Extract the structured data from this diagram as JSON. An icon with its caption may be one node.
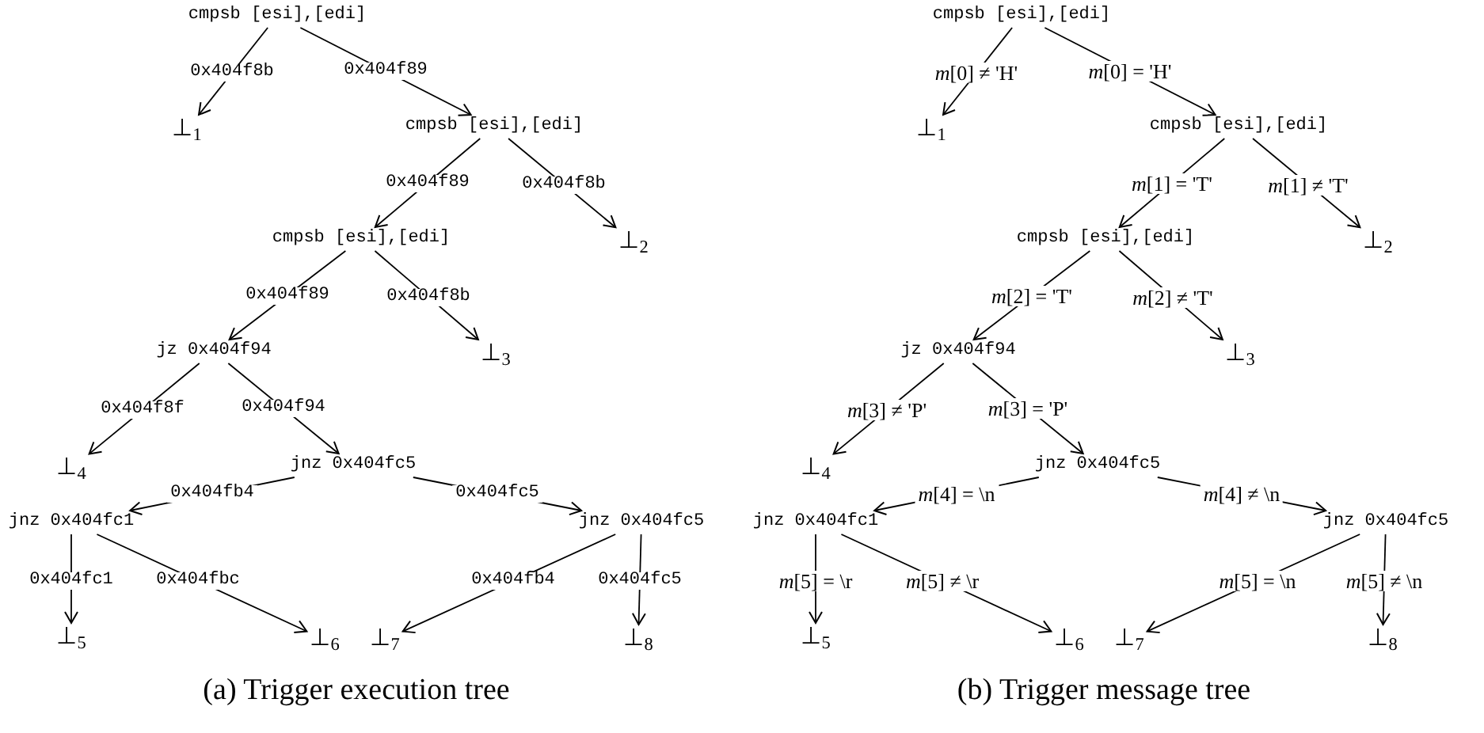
{
  "diagram": {
    "nodes": [
      {
        "text": [
          "cmpsb [esi],[edi]"
        ]
      },
      {
        "text": [
          "⊥$_{1}$"
        ]
      },
      {
        "text": [
          "cmpsb [esi],[edi]"
        ]
      },
      {
        "text": [
          "cmpsb [esi],[edi]"
        ]
      },
      {
        "text": [
          "⊥$_{2}$"
        ]
      },
      {
        "text": [
          "jz 0x404f94"
        ]
      },
      {
        "text": [
          "⊥$_{3}$"
        ]
      },
      {
        "text": [
          "⊥$_{4}$"
        ]
      },
      {
        "text": [
          "jnz 0x404fc5"
        ]
      },
      {
        "text": [
          "jnz 0x404fc1"
        ]
      },
      {
        "text": [
          "jnz 0x404fc5"
        ]
      },
      {
        "text": [
          "⊥$_{5}$"
        ]
      },
      {
        "text": [
          "⊥$_{6}$"
        ]
      },
      {
        "text": [
          "⊥$_{7}$"
        ]
      },
      {
        "text": [
          "⊥$_{8}$"
        ]
      },
      {
        "text": [
          "cmpsb [esi],[edi]"
        ]
      },
      {
        "text": [
          "⊥$_{1}$"
        ]
      },
      {
        "text": [
          "cmpsb [esi],[edi]"
        ]
      },
      {
        "text": [
          "cmpsb [esi],[edi]"
        ]
      },
      {
        "text": [
          "⊥$_{2}$"
        ]
      },
      {
        "text": [
          "jz 0x404f94"
        ]
      },
      {
        "text": [
          "⊥$_{3}$"
        ]
      },
      {
        "text": [
          "⊥$_{4}$"
        ]
      },
      {
        "text": [
          "jnz 0x404fc5"
        ]
      },
      {
        "text": [
          "jnz 0x404fc1"
        ]
      },
      {
        "text": [
          "jnz 0x404fc5"
        ]
      },
      {
        "text": [
          "⊥$_{5}$"
        ]
      },
      {
        "text": [
          "⊥$_{6}$"
        ]
      },
      {
        "text": [
          "⊥$_{7}$"
        ]
      },
      {
        "text": [
          "⊥$_{8}$"
        ]
      }
    ],
    "edges": [
      {
        "from": 0,
        "to": 1,
        "arrow": "to",
        "label": "0x404f8b"
      },
      {
        "from": 0,
        "to": 2,
        "arrow": "to",
        "label": "0x404f89"
      },
      {
        "from": 2,
        "to": 3,
        "arrow": "to",
        "label": "0x404f89"
      },
      {
        "from": 2,
        "to": 4,
        "arrow": "to",
        "label": "0x404f8b"
      },
      {
        "from": 3,
        "to": 5,
        "arrow": "to",
        "label": "0x404f89"
      },
      {
        "from": 3,
        "to": 6,
        "arrow": "to",
        "label": "0x404f8b"
      },
      {
        "from": 5,
        "to": 7,
        "arrow": "to",
        "label": "0x404f8f"
      },
      {
        "from": 5,
        "to": 8,
        "arrow": "to",
        "label": "0x404f94"
      },
      {
        "from": 8,
        "to": 9,
        "arrow": "to",
        "label": "0x404fb4"
      },
      {
        "from": 8,
        "to": 10,
        "arrow": "to",
        "label": "0x404fc5"
      },
      {
        "from": 9,
        "to": 11,
        "arrow": "to",
        "label": "0x404fc1"
      },
      {
        "from": 9,
        "to": 12,
        "arrow": "to",
        "label": "0x404fbc"
      },
      {
        "from": 10,
        "to": 13,
        "arrow": "to",
        "label": "0x404fb4"
      },
      {
        "from": 10,
        "to": 14,
        "arrow": "to",
        "label": "0x404fc5"
      },
      {
        "from": 15,
        "to": 16,
        "arrow": "to",
        "label": "*m*[0] ≠ 'H'"
      },
      {
        "from": 15,
        "to": 17,
        "arrow": "to",
        "label": "*m*[0] = 'H'"
      },
      {
        "from": 17,
        "to": 18,
        "arrow": "to",
        "label": "*m*[1] = 'T'"
      },
      {
        "from": 17,
        "to": 19,
        "arrow": "to",
        "label": "*m*[1] ≠ 'T'"
      },
      {
        "from": 18,
        "to": 20,
        "arrow": "to",
        "label": "*m*[2] = 'T'"
      },
      {
        "from": 18,
        "to": 21,
        "arrow": "to",
        "label": "*m*[2] ≠ 'T'"
      },
      {
        "from": 20,
        "to": 22,
        "arrow": "to",
        "label": "*m*[3] ≠ 'P'"
      },
      {
        "from": 20,
        "to": 23,
        "arrow": "to",
        "label": "*m*[3] = 'P'"
      },
      {
        "from": 23,
        "to": 24,
        "arrow": "to",
        "label": "*m*[4] = \\n"
      },
      {
        "from": 23,
        "to": 25,
        "arrow": "to",
        "label": "*m*[4] ≠ \\n"
      },
      {
        "from": 24,
        "to": 26,
        "arrow": "to",
        "label": "*m*[5] = \\r"
      },
      {
        "from": 24,
        "to": 27,
        "arrow": "to",
        "label": "*m*[5] ≠ \\r"
      },
      {
        "from": 25,
        "to": 28,
        "arrow": "to",
        "label": "*m*[5] = \\n"
      },
      {
        "from": 25,
        "to": 29,
        "arrow": "to",
        "label": "*m*[5] ≠ \\n"
      }
    ],
    "labels": [
      "(a) Trigger execution tree",
      "(b) Trigger message tree"
    ]
  }
}
